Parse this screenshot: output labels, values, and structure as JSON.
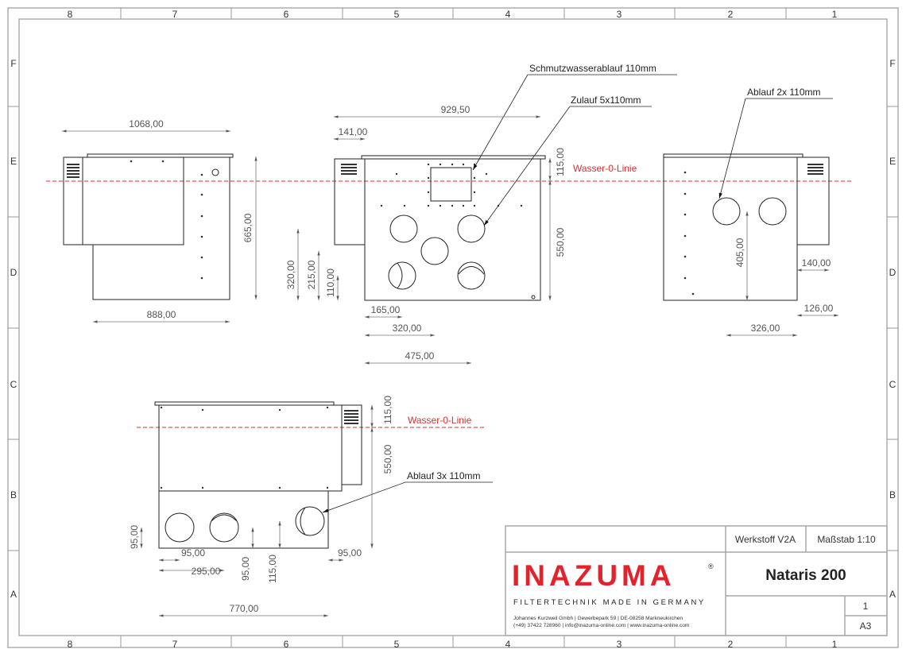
{
  "frame": {
    "columns": [
      "8",
      "7",
      "6",
      "5",
      "4",
      "3",
      "2",
      "1"
    ],
    "rows": [
      "F",
      "E",
      "D",
      "C",
      "B",
      "A"
    ]
  },
  "water_line_label": "Wasser-0-Linie",
  "notes": {
    "schmutzwasser": "Schmutzwasserablauf 110mm",
    "zulauf": "Zulauf 5x110mm",
    "ablauf2": "Ablauf 2x 110mm",
    "ablauf3": "Ablauf 3x 110mm"
  },
  "dimensions": {
    "side_width": "1068,00",
    "side_height": "665,00",
    "side_bottom": "888,00",
    "front_total": "929,50",
    "front_box": "141,00",
    "front_top": "115,00",
    "front_height": "550,00",
    "front_v320": "320,00",
    "front_v215": "215,00",
    "front_v110": "110,00",
    "front_h165": "165,00",
    "front_h320": "320,00",
    "front_h475": "475,00",
    "back_v405": "405,00",
    "back_h140": "140,00",
    "back_h126": "126,00",
    "back_h326": "326,00",
    "bottom_top": "115,00",
    "bottom_height": "550,00",
    "bottom_v95_left": "95,00",
    "bottom_h95_left": "95,00",
    "bottom_h295": "295,00",
    "bottom_v95_mid": "95,00",
    "bottom_v115": "115,00",
    "bottom_h95_right": "95,00",
    "bottom_h770": "770,00"
  },
  "title_block": {
    "material": "Werkstoff V2A",
    "scale": "Maßstab 1:10",
    "logo": "INAZUMA",
    "logo_mark": "®",
    "tagline": "FILTERTECHNIK MADE IN GERMANY",
    "address_line1": "Johannes Kurzweil Gmbh | Gewerbepark 59 | DE-08258 Markneukirchen",
    "address_line2": "(+49) 37422 728960 | info@inazuma-online.com  | www.inazuma-online.com",
    "title": "Nataris 200",
    "sheet": "1",
    "format": "A3"
  },
  "colors": {
    "brand": "#e3222c",
    "water": "#d9302f"
  }
}
